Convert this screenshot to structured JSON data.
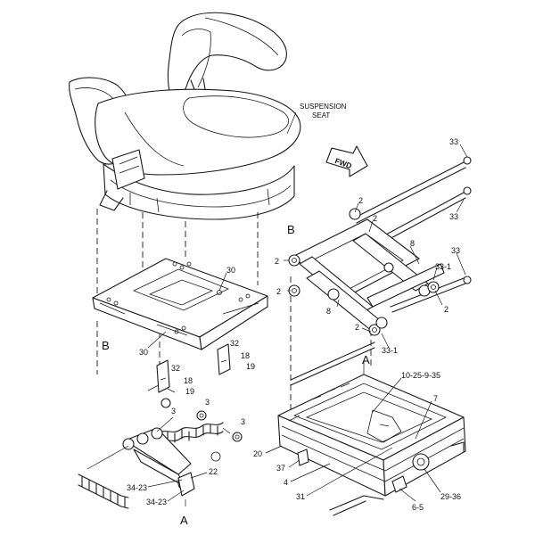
{
  "diagram": {
    "caption_line1": "SUSPENSION",
    "caption_line2": "SEAT",
    "direction_label": "FWD",
    "section_marks": {
      "a_top": "A",
      "a_bottom": "A",
      "b_left": "B",
      "b_right": "B"
    },
    "callouts": {
      "c33_top": "33",
      "c33_mid": "33",
      "c33_right": "33",
      "c2_a": "2",
      "c2_b": "2",
      "c2_left": "2",
      "c2_right": "2",
      "c2_lower": "2",
      "c2_side": "2",
      "c8_a": "8",
      "c8_b": "8",
      "c33_1_a": "33-1",
      "c33_1_b": "33-1",
      "c30_a": "30",
      "c30_b": "30",
      "c32_a": "32",
      "c32_b": "32",
      "c18_a": "18",
      "c18_b": "18",
      "c19_a": "19",
      "c19_b": "19",
      "c3_a": "3",
      "c3_b": "3",
      "c3_c": "3",
      "c10_25_9_35": "10-25-9-35",
      "c7": "7",
      "c20": "20",
      "c37": "37",
      "c4": "4",
      "c31": "31",
      "c29_36": "29-36",
      "c6_5": "6-5",
      "c22": "22",
      "c34_23_a": "34-23",
      "c34_23_b": "34-23"
    }
  }
}
